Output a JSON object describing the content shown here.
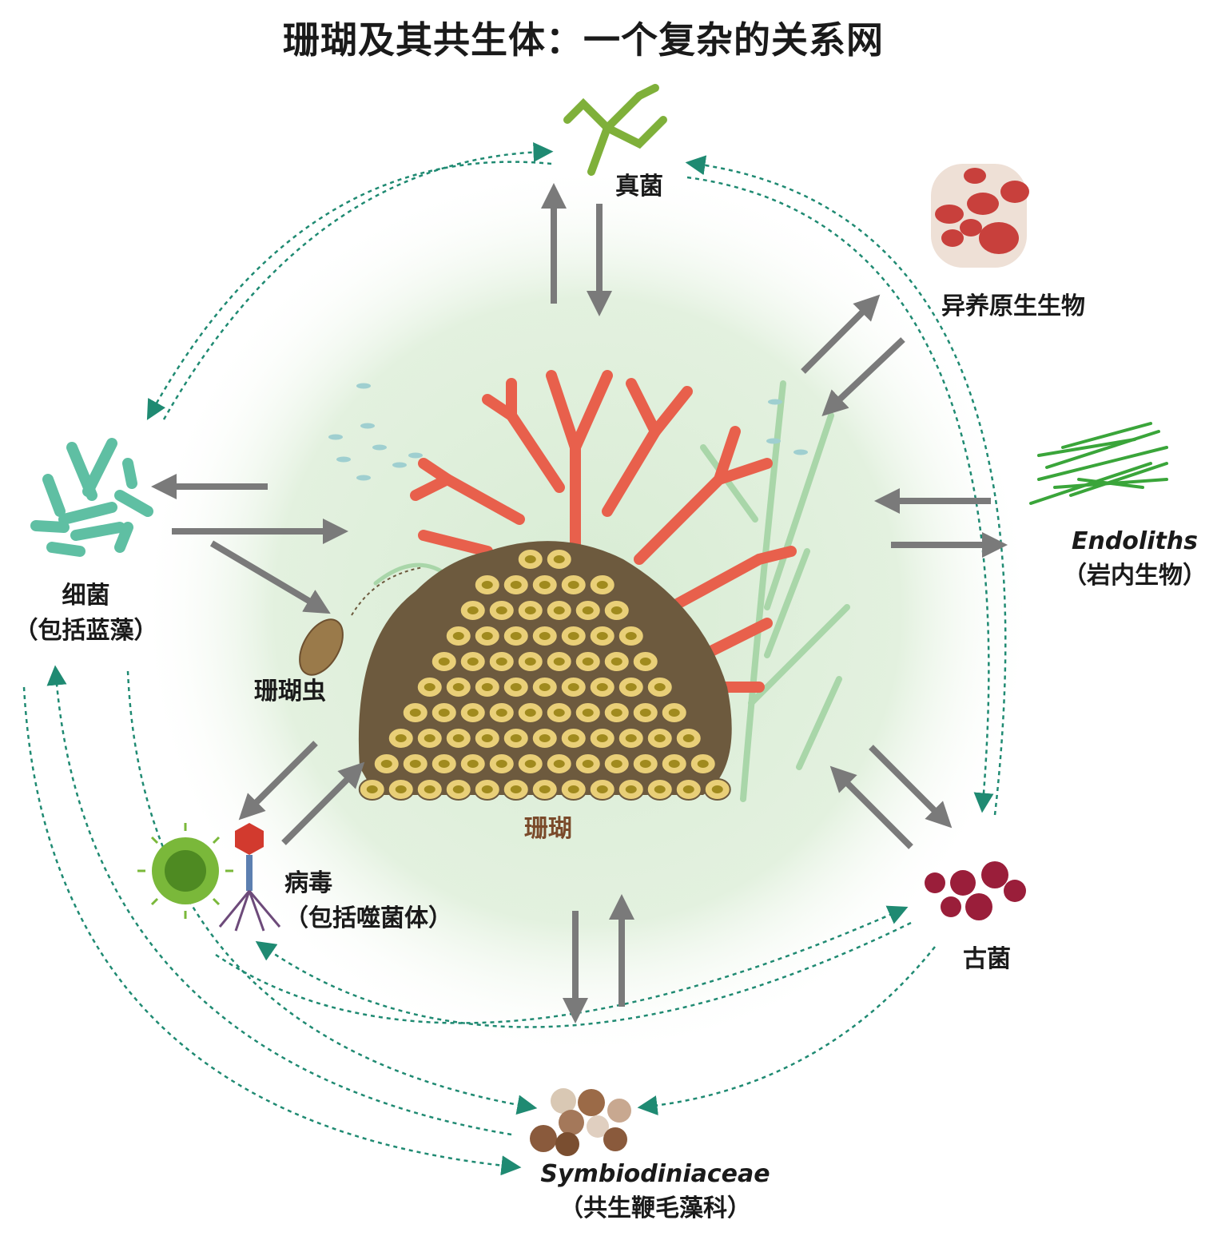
{
  "title": "珊瑚及其共生体：一个复杂的关系网",
  "labels": {
    "fungi": "真菌",
    "protists": "异养原生生物",
    "endoliths": "Endoliths",
    "endoliths_sub": "（岩内生物）",
    "bacteria": "细菌",
    "bacteria_sub": "（包括蓝藻）",
    "polyp": "珊瑚虫",
    "coral": "珊瑚",
    "viruses": "病毒",
    "viruses_sub": "（包括噬菌体）",
    "archaea": "古菌",
    "symbio": "Symbiodiniaceae",
    "symbio_sub": "（共生鞭毛藻科）"
  },
  "colors": {
    "background_glow": "#e3f1df",
    "arrow_gray": "#7a7a7a",
    "dotted_teal": "#1f8a72",
    "coral_red": "#e8604c",
    "coral_body": "#e9cf78",
    "coral_polyp_dark": "#a08a1e",
    "seaweed": "#a9d6a9",
    "fungi_green": "#7fb03a",
    "bacteria_teal": "#5fbfa3",
    "protist_red": "#c8403c",
    "endolith_green": "#3aa53a",
    "virus_green": "#7ab83a",
    "archaea_crimson": "#9a1e3a",
    "symbio_brown": "#8a5a3c"
  },
  "icons": [
    "fungi-icon",
    "protist-icon",
    "endolith-icon",
    "bacteria-icon",
    "polyp-icon",
    "coral-colony-icon",
    "virus-icon",
    "phage-icon",
    "archaea-icon",
    "symbiodinium-icon",
    "fish-icon"
  ]
}
